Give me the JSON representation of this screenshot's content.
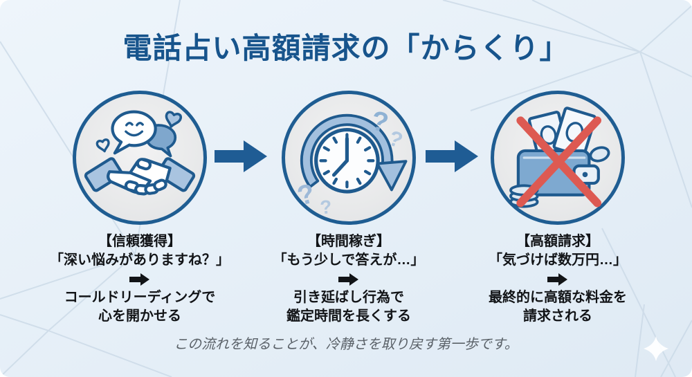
{
  "title": "電話占い高額請求の「からくり」",
  "steps": [
    {
      "icon": "handshake-trust-icon",
      "heading": "【信頼獲得】",
      "quote": "「深い悩みがありますね？」",
      "result_line1": "コールドリーディングで",
      "result_line2": "心を開かせる"
    },
    {
      "icon": "clock-stalling-icon",
      "heading": "【時間稼ぎ】",
      "quote": "「もう少しで答えが…」",
      "result_line1": "引き延ばし行為で",
      "result_line2": "鑑定時間を長くする"
    },
    {
      "icon": "wallet-crossed-icon",
      "heading": "【高額請求】",
      "quote": "「気づけば数万円…」",
      "result_line1": "最終的に高額な料金を",
      "result_line2": "請求される"
    }
  ],
  "footer": "この流れを知ることが、冷静さを取り戻す第一歩です。",
  "colors": {
    "title_blue": "#17548c",
    "outline_blue": "#1f5d92",
    "fill_blue": "#7fa7cd",
    "light_blue": "#a9c4e0",
    "prohibition_red": "#dd5a52",
    "background": "#e7f0f8",
    "text_black": "#121417",
    "footer_gray": "#5a6168"
  }
}
